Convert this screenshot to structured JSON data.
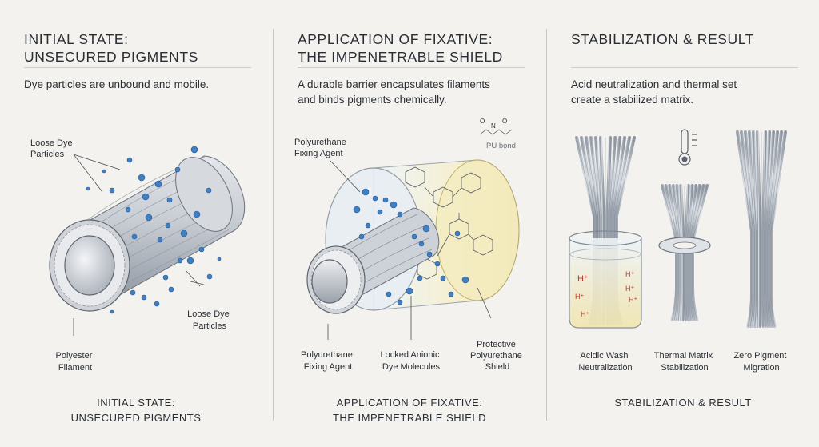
{
  "panels": [
    {
      "heading": [
        "INITIAL STATE:",
        "UNSECURED PIGMENTS"
      ],
      "description": [
        "Dye particles are unbound and mobile."
      ],
      "labels": {
        "loose_dye_top": [
          "Loose Dye",
          "Particles"
        ],
        "loose_dye_bottom": [
          "Loose Dye",
          "Particles"
        ],
        "polyester_filament": [
          "Polyester",
          "Filament"
        ]
      },
      "footer": [
        "INITIAL STATE:",
        "UNSECURED PIGMENTS"
      ]
    },
    {
      "heading": [
        "APPLICATION OF FIXATIVE:",
        "THE IMPENETRABLE SHIELD"
      ],
      "description": [
        "A durable barrier encapsulates filaments",
        "and binds pigments chemically."
      ],
      "labels": {
        "polyurethane_top": [
          "Polyurethane",
          "Fixing Agent"
        ],
        "pu_bond": "PU bond",
        "polyurethane_bottom": [
          "Polyurethane",
          "Fixing Agent"
        ],
        "locked_anionic": [
          "Locked Anionic",
          "Dye Molecules"
        ],
        "protective_shield": [
          "Protective",
          "Polyurethane",
          "Shield"
        ]
      },
      "footer": [
        "APPLICATION OF FIXATIVE:",
        "THE IMPENETRABLE SHIELD"
      ]
    },
    {
      "heading": [
        "STABILIZATION & RESULT"
      ],
      "description": [
        "Acid neutralization and thermal set",
        "create a stabilized matrix."
      ],
      "labels": {
        "acidic_wash": [
          "Acidic Wash",
          "Neutralization"
        ],
        "thermal_matrix": [
          "Thermal Matrix",
          "Stabilization"
        ],
        "zero_pigment": [
          "Zero Pigment",
          "Migration"
        ],
        "ion": "H⁺"
      },
      "footer": [
        "STABILIZATION & RESULT"
      ]
    }
  ],
  "colors": {
    "background": "#f3f2ee",
    "dye_blue": "#3f7fc4",
    "filament_gray": "#b9bec6",
    "shield_yellow": "#f3e7a8",
    "acid_red": "#c0392b"
  }
}
